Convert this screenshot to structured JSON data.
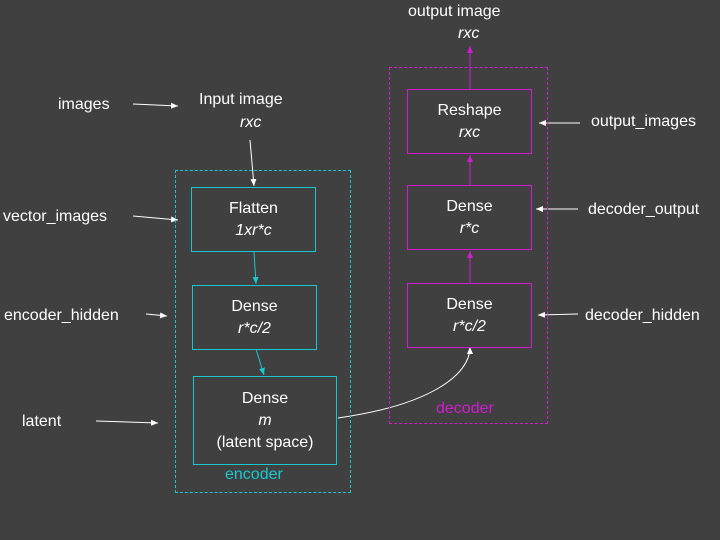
{
  "side_labels": {
    "images": "images",
    "vector_images": "vector_images",
    "encoder_hidden": "encoder_hidden",
    "latent": "latent",
    "output_images": "output_images",
    "decoder_output": "decoder_output",
    "decoder_hidden": "decoder_hidden"
  },
  "input_image": {
    "title": "Input image",
    "dims": "rxc"
  },
  "output_image": {
    "title": "output image",
    "dims": "rxc"
  },
  "encoder": {
    "title": "encoder",
    "flatten": {
      "name": "Flatten",
      "dims": "1xr*c"
    },
    "dense_hidden": {
      "name": "Dense",
      "dims": "r*c/2"
    },
    "dense_latent": {
      "name": "Dense",
      "dims": "m",
      "note": "(latent space)"
    }
  },
  "decoder": {
    "title": "decoder",
    "reshape": {
      "name": "Reshape",
      "dims": "rxc"
    },
    "dense_output": {
      "name": "Dense",
      "dims": "r*c"
    },
    "dense_hidden": {
      "name": "Dense",
      "dims": "r*c/2"
    }
  },
  "colors": {
    "background": "#404040",
    "encoder": "#17c9cf",
    "decoder": "#d01ccf",
    "label": "#ffffff"
  }
}
